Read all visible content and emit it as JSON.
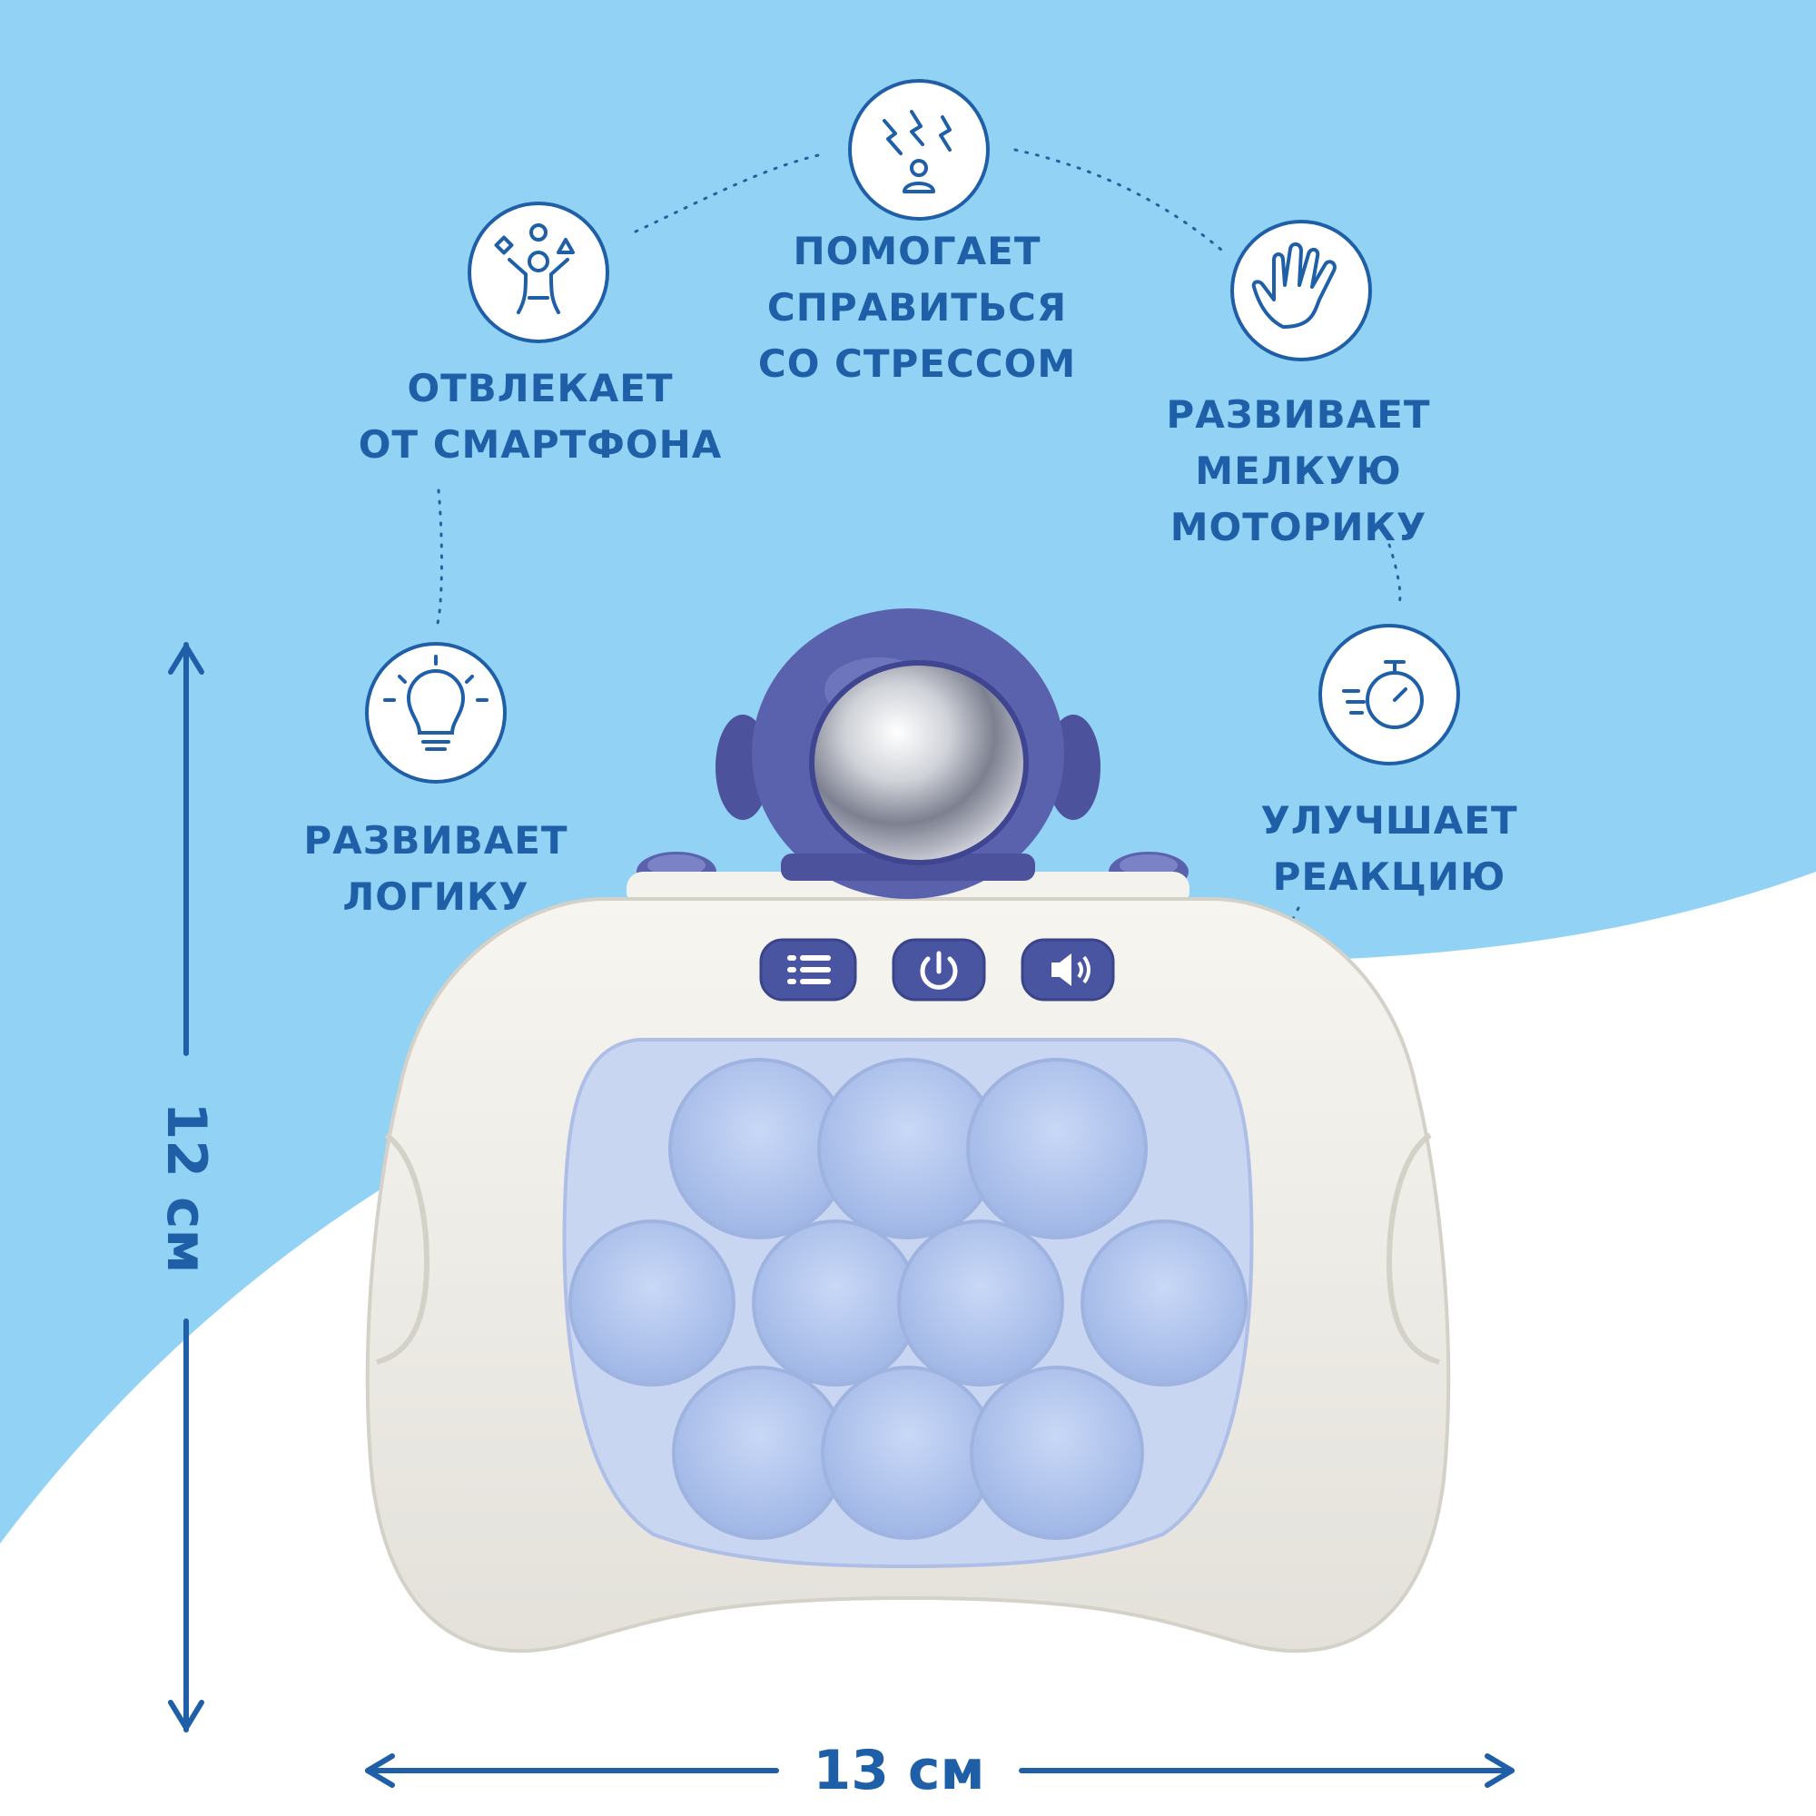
{
  "colors": {
    "sky": "#92d3f5",
    "label_blue": "#1f5fa8",
    "toy_body": "#f1efe9",
    "toy_panel": "#c8d6f2",
    "bubble": "#b9cbf0",
    "astronaut": "#5b62ad",
    "button": "#4a55a2"
  },
  "features": [
    {
      "id": "logic",
      "icon": "lightbulb-icon",
      "lines": [
        "РАЗВИВАЕТ",
        "ЛОГИКУ"
      ]
    },
    {
      "id": "smartphone",
      "icon": "child-shapes-icon",
      "lines": [
        "ОТВЛЕКАЕТ",
        "ОТ СМАРТФОНА"
      ]
    },
    {
      "id": "stress",
      "icon": "stress-lightning-icon",
      "lines": [
        "ПОМОГАЕТ",
        "СПРАВИТЬСЯ",
        "СО СТРЕССОМ"
      ]
    },
    {
      "id": "motor",
      "icon": "hand-icon",
      "lines": [
        "РАЗВИВАЕТ",
        "МЕЛКУЮ",
        "МОТОРИКУ"
      ]
    },
    {
      "id": "reaction",
      "icon": "stopwatch-icon",
      "lines": [
        "УЛУЧШАЕТ",
        "РЕАКЦИЮ"
      ]
    }
  ],
  "toy": {
    "buttons": [
      "menu-icon",
      "power-icon",
      "speaker-icon"
    ],
    "bubble_rows": [
      3,
      4,
      3
    ]
  },
  "dimensions": {
    "height": "12 см",
    "width": "13 см"
  }
}
